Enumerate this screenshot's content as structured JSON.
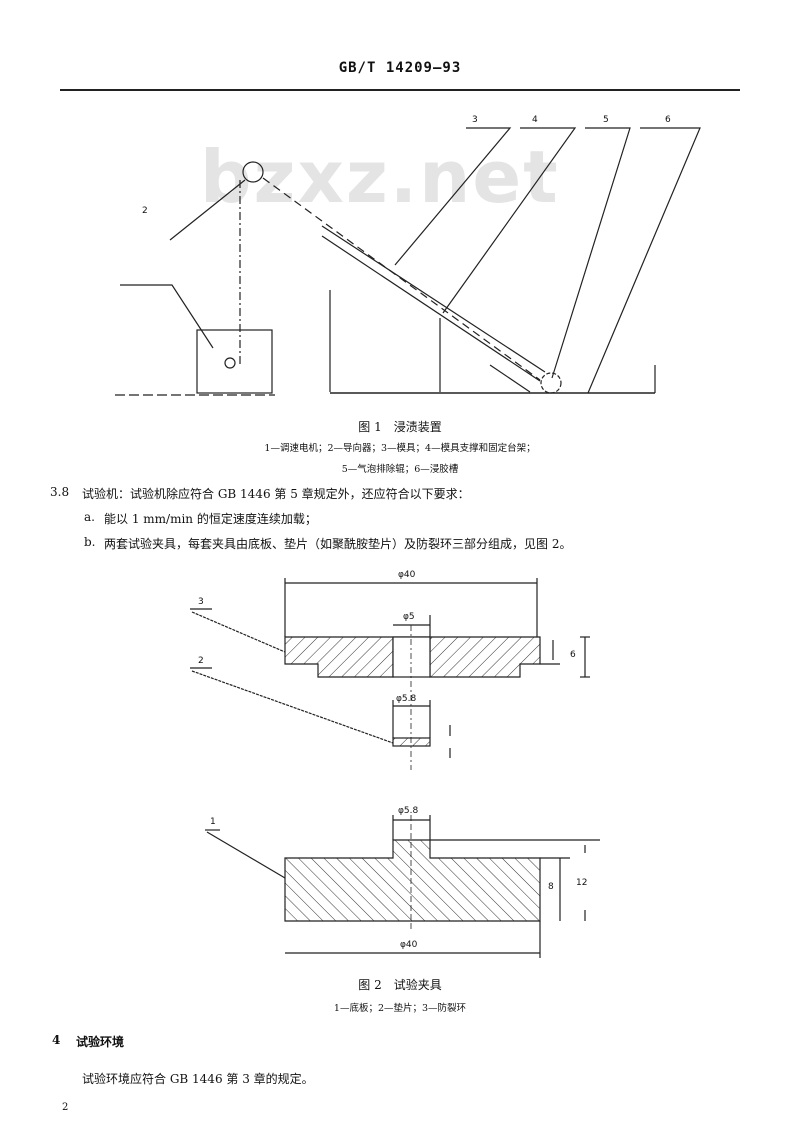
{
  "header": {
    "standard_no": "GB/T 14209—93"
  },
  "watermark": "bzxz.net",
  "figure1": {
    "caption": "图 1　浸渍装置",
    "legend_line1": "1—调速电机；2—导向器；3—模具；4—模具支撑和固定台架；",
    "legend_line2": "5—气泡排除辊；6—浸胶槽",
    "labels": [
      "2",
      "3",
      "4",
      "5",
      "6"
    ]
  },
  "section_3_8": {
    "number": "3.8",
    "text": "试验机：试验机除应符合 GB 1446 第 5 章规定外，还应符合以下要求：",
    "items": [
      {
        "marker": "a.",
        "text": "能以 1 mm/min 的恒定速度连续加载；"
      },
      {
        "marker": "b.",
        "text": "两套试验夹具，每套夹具由底板、垫片（如聚酰胺垫片）及防裂环三部分组成，见图 2。"
      }
    ]
  },
  "figure2": {
    "caption": "图 2　试验夹具",
    "legend": "1—底板；2—垫片；3—防裂环",
    "labels": [
      "3",
      "2",
      "1"
    ],
    "dims": {
      "ring_outer": "φ40",
      "ring_hole": "φ5",
      "ring_height": "6",
      "gasket_dia": "φ5.8",
      "boss_dia": "φ5.8",
      "base_height": "8",
      "total_height": "12",
      "base_dia": "φ40"
    }
  },
  "section_4": {
    "number": "4",
    "title": "试验环境",
    "text": "试验环境应符合 GB 1446 第 3 章的规定。"
  },
  "page_number": "2"
}
